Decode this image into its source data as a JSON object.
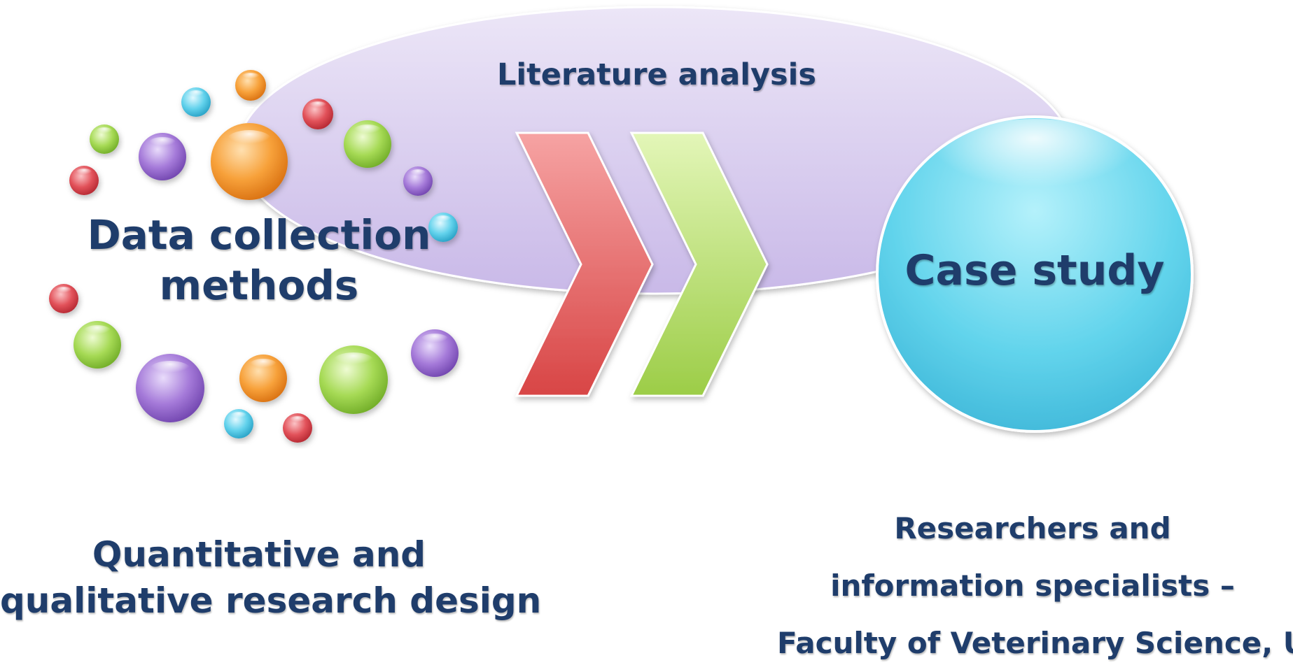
{
  "diagram": {
    "literature_label": "Literature analysis",
    "data_collection_lines": [
      "Data collection",
      "methods"
    ],
    "case_study_label": "Case study",
    "design_lines": [
      "Quantitative and",
      "qualitative research design"
    ],
    "researchers_lines": [
      "Researchers and",
      "information specialists –",
      "Faculty of Veterinary Science, UP"
    ]
  },
  "colors": {
    "text": "#1f3d6b",
    "ellipse": "#d8cdf0",
    "chevron_red": "#e25c5c",
    "chevron_green": "#a9d65a",
    "circle_cyan": "#5fd0ea",
    "bubble_purple": "#9b6fd1",
    "bubble_orange": "#f59a2e",
    "bubble_green": "#9fd64a",
    "bubble_red": "#e0434b",
    "bubble_cyan": "#5ccfe9"
  },
  "icons": [
    "chevron-right-icon",
    "chevron-right-icon"
  ]
}
